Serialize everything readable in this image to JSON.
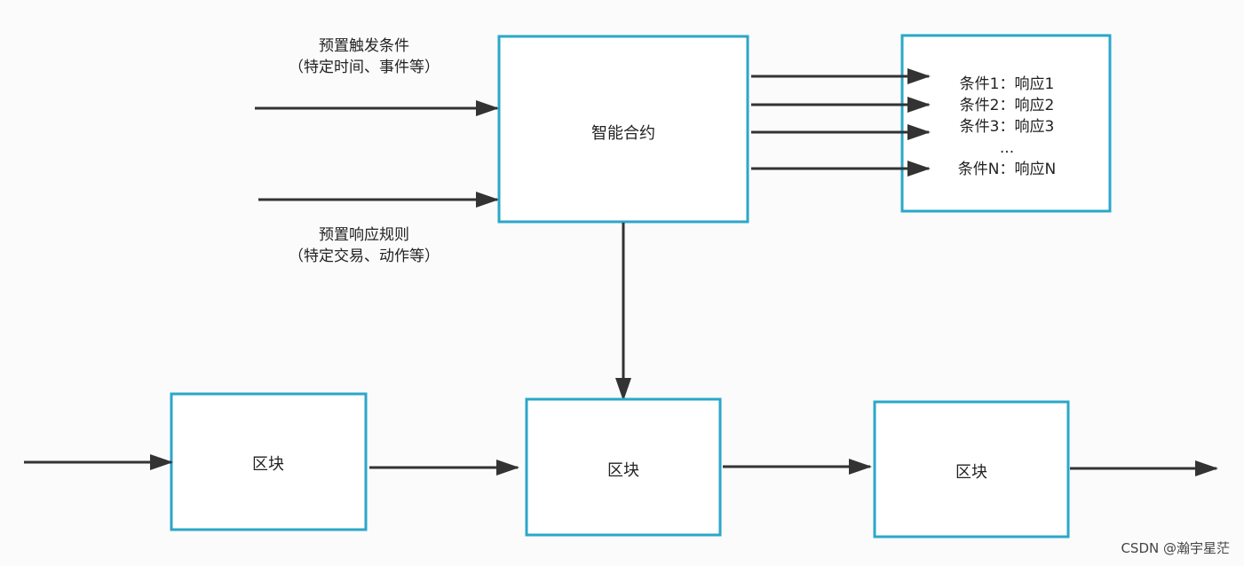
{
  "diagram": {
    "smart_contract": "智能合约",
    "trigger_label": {
      "line1": "预置触发条件",
      "line2": "（特定时间、事件等）"
    },
    "response_label": {
      "line1": "预置响应规则",
      "line2": "（特定交易、动作等）"
    },
    "conditions": [
      "条件1：响应1",
      "条件2：响应2",
      "条件3：响应3",
      "...",
      "条件N：响应N"
    ],
    "blocks": [
      "区块",
      "区块",
      "区块"
    ]
  },
  "watermark": "CSDN @瀚宇星茫",
  "colors": {
    "box_border": "#2aa7c9",
    "arrow": "#333333",
    "text": "#222222"
  }
}
